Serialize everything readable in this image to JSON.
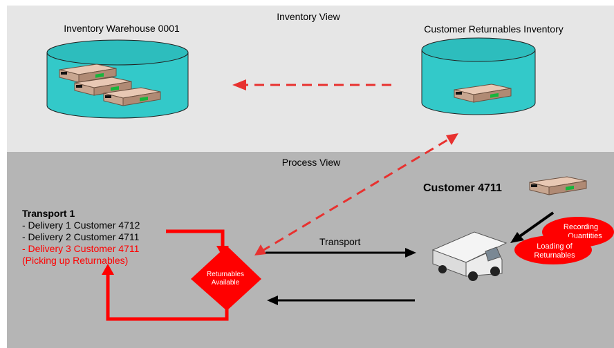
{
  "inventory_view": {
    "title": "Inventory View",
    "warehouse_label": "Inventory Warehouse 0001",
    "returnables_label": "Customer Returnables Inventory"
  },
  "process_view": {
    "title": "Process View",
    "customer_label": "Customer 4711",
    "transport": {
      "title": "Transport 1",
      "deliveries": [
        "- Delivery 1 Customer 4712",
        "- Delivery 2 Customer 4711",
        "- Delivery 3 Customer 4711",
        "(Picking up Returnables)"
      ]
    },
    "decision": [
      "Returnables",
      "Available"
    ],
    "transport_arrow_label": "Transport",
    "bubble_recording": [
      "Recording",
      "Quantities"
    ],
    "bubble_loading": [
      "Loading of",
      "Returnables"
    ]
  },
  "icons": {
    "storage": "cylinder-icon",
    "device": "server-box-icon",
    "vehicle": "delivery-truck-icon"
  },
  "colors": {
    "inventory_bg": "#e6e6e6",
    "process_bg": "#b5b5b5",
    "cylinder": "#33c9c9",
    "accent_red": "#ff0000",
    "dashed_red": "#e8312f"
  }
}
